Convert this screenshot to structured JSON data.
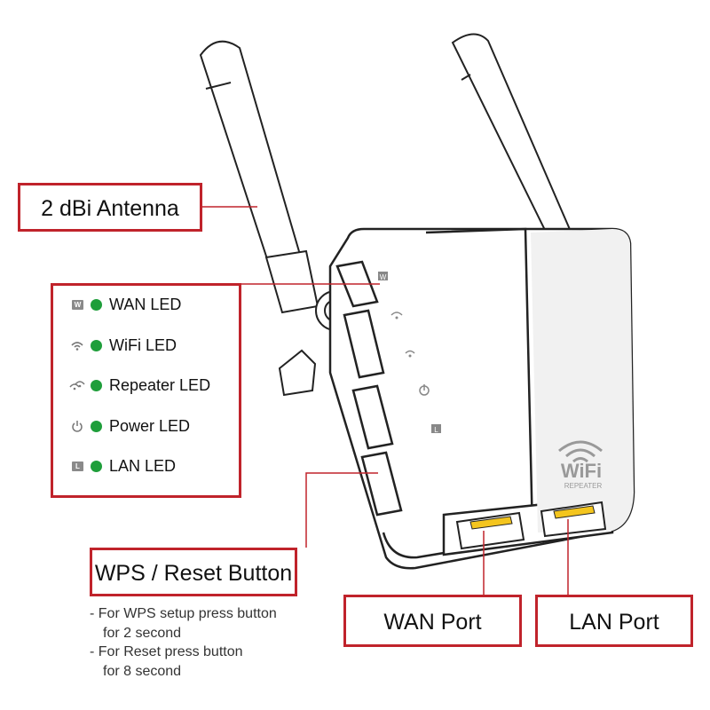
{
  "callouts": {
    "antenna": "2 dBi Antenna",
    "wps_reset": "WPS / Reset Button",
    "wan_port": "WAN Port",
    "lan_port": "LAN Port"
  },
  "leds": [
    {
      "icon": "wan-square-icon",
      "icon_text": "W",
      "label": "WAN LED"
    },
    {
      "icon": "wifi-icon",
      "icon_text": "",
      "label": "WiFi LED"
    },
    {
      "icon": "repeater-icon",
      "icon_text": "",
      "label": "Repeater LED"
    },
    {
      "icon": "power-icon",
      "icon_text": "",
      "label": "Power LED"
    },
    {
      "icon": "lan-square-icon",
      "icon_text": "L",
      "label": "LAN LED"
    }
  ],
  "wps_notes": [
    "- For WPS setup press button",
    "for 2 second",
    "- For Reset  press button",
    "for 8 second"
  ],
  "device": {
    "logo_text": "WiFi",
    "logo_subtext": "REPEATER",
    "panel_letters": [
      "W",
      "L"
    ]
  },
  "colors": {
    "callout_border": "#c0232b",
    "led_green": "#1e9e3a",
    "line_red": "#c0232b"
  }
}
